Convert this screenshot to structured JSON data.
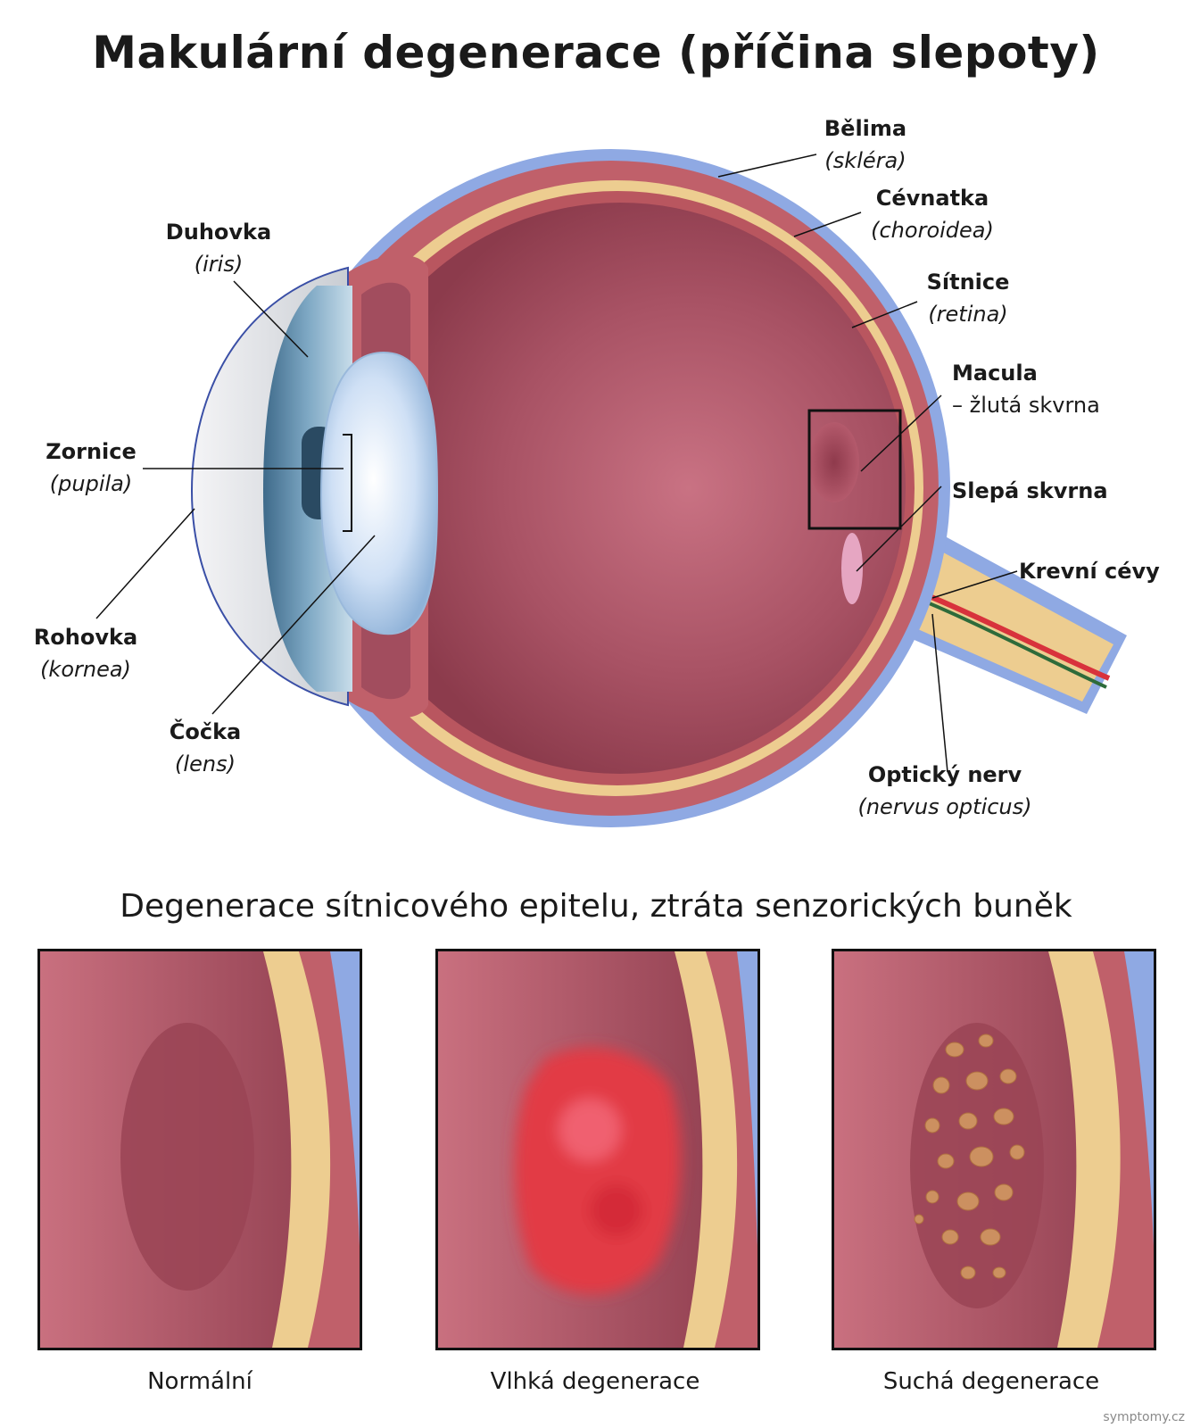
{
  "title": "Makulární degenerace (příčina slepoty)",
  "labels": {
    "belima": {
      "name": "Bělima",
      "latin": "(skléra)"
    },
    "cevnatka": {
      "name": "Cévnatka",
      "latin": "(choroidea)"
    },
    "sitnice": {
      "name": "Sítnice",
      "latin": "(retina)"
    },
    "macula": {
      "name": "Macula",
      "desc": "– žlutá skvrna"
    },
    "slepa": {
      "name": "Slepá skvrna"
    },
    "krevni": {
      "name": "Krevní cévy"
    },
    "opticky": {
      "name": "Optický nerv",
      "latin": "(nervus opticus)"
    },
    "duhovka": {
      "name": "Duhovka",
      "latin": "(iris)"
    },
    "zornice": {
      "name": "Zornice",
      "latin": "(pupila)"
    },
    "rohovka": {
      "name": "Rohovka",
      "latin": "(kornea)"
    },
    "cocka": {
      "name": "Čočka",
      "latin": "(lens)"
    }
  },
  "subtitle": "Degenerace sítnicového epitelu, ztráta senzorických buněk",
  "panels": [
    {
      "caption": "Normální"
    },
    {
      "caption": "Vlhká degenerace"
    },
    {
      "caption": "Suchá degenerace"
    }
  ],
  "watermark": "symptomy.cz",
  "colors": {
    "sclera": "#8fa9e3",
    "choroid": "#c0606a",
    "retina": "#edcd90",
    "vitreous": "#a24d5e",
    "wet_lesion": "#e23a45",
    "dry_spots": "#cc9060"
  }
}
